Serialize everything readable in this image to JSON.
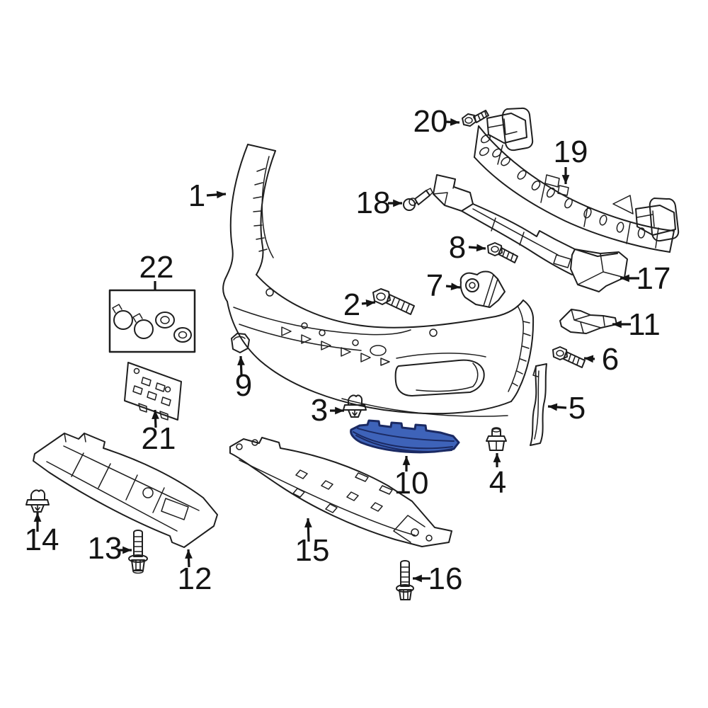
{
  "diagram": {
    "background_color": "#ffffff",
    "line_color": "#1e1e1e",
    "label_color": "#141414",
    "highlighted_part": {
      "callout": "10",
      "fill_color": "#3e63b9",
      "stroke_color": "#1b2a63"
    },
    "callouts": [
      {
        "label": "1"
      },
      {
        "label": "2"
      },
      {
        "label": "3"
      },
      {
        "label": "4"
      },
      {
        "label": "5"
      },
      {
        "label": "6"
      },
      {
        "label": "7"
      },
      {
        "label": "8"
      },
      {
        "label": "9"
      },
      {
        "label": "10"
      },
      {
        "label": "11"
      },
      {
        "label": "12"
      },
      {
        "label": "13"
      },
      {
        "label": "14"
      },
      {
        "label": "15"
      },
      {
        "label": "16"
      },
      {
        "label": "17"
      },
      {
        "label": "18"
      },
      {
        "label": "19"
      },
      {
        "label": "20"
      },
      {
        "label": "21"
      },
      {
        "label": "22"
      }
    ]
  }
}
